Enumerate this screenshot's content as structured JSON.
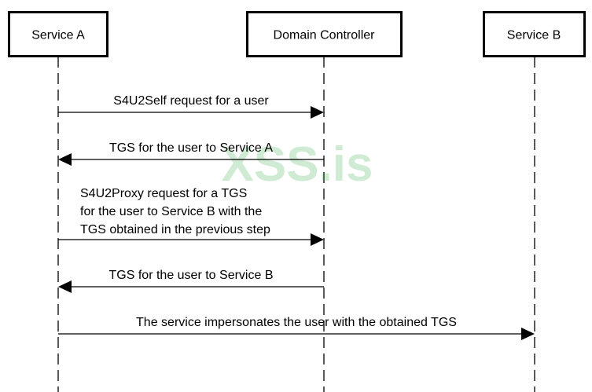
{
  "participants": [
    {
      "id": "service_a",
      "label": "Service A"
    },
    {
      "id": "domain_controller",
      "label": "Domain Controller"
    },
    {
      "id": "service_b",
      "label": "Service B"
    }
  ],
  "messages": [
    {
      "from": "service_a",
      "to": "domain_controller",
      "lines": [
        "S4U2Self request for a user"
      ]
    },
    {
      "from": "domain_controller",
      "to": "service_a",
      "lines": [
        "TGS for the user to Service A"
      ]
    },
    {
      "from": "service_a",
      "to": "domain_controller",
      "lines": [
        "S4U2Proxy request for a TGS",
        "for the user to Service B with the",
        "TGS obtained in the previous step"
      ]
    },
    {
      "from": "domain_controller",
      "to": "service_a",
      "lines": [
        "TGS for the user to Service B"
      ]
    },
    {
      "from": "service_a",
      "to": "service_b",
      "lines": [
        "The service impersonates the user with the obtained TGS"
      ]
    }
  ],
  "watermark": "XSS.is",
  "colors": {
    "line": "#000000",
    "watermark": "#27a338"
  }
}
